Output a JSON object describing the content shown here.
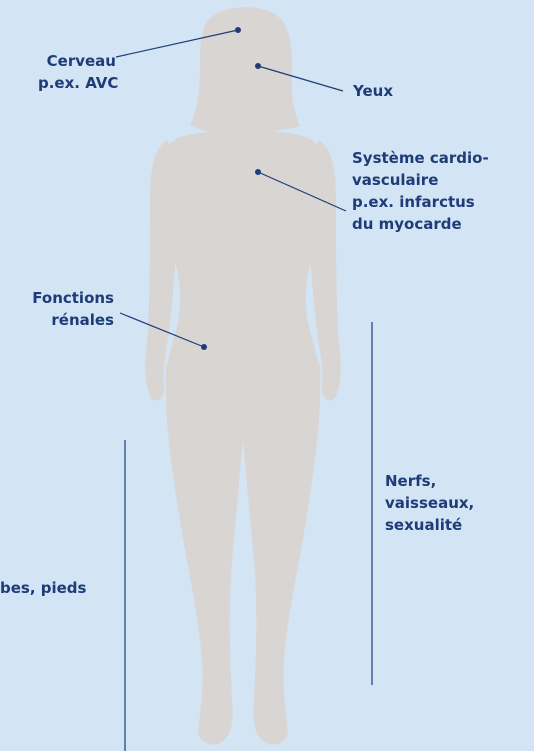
{
  "colors": {
    "background": "#d3e4f5",
    "silhouette": "#d9d5d2",
    "text": "#1d3c78",
    "line": "#1d3c78"
  },
  "labels": {
    "brain": {
      "line1": "Cerveau",
      "line2": "p.ex. AVC"
    },
    "eyes": {
      "line1": "Yeux"
    },
    "cardio": {
      "line1": "Système cardio-",
      "line2": "vasculaire",
      "line3": "p.ex. infarctus",
      "line4": "du myocarde"
    },
    "kidney": {
      "line1": "Fonctions",
      "line2": "rénales"
    },
    "nerves": {
      "line1": "Nerfs,",
      "line2": "vaisseaux,",
      "line3": "sexualité"
    },
    "legs": {
      "line1": "bes, pieds"
    }
  }
}
